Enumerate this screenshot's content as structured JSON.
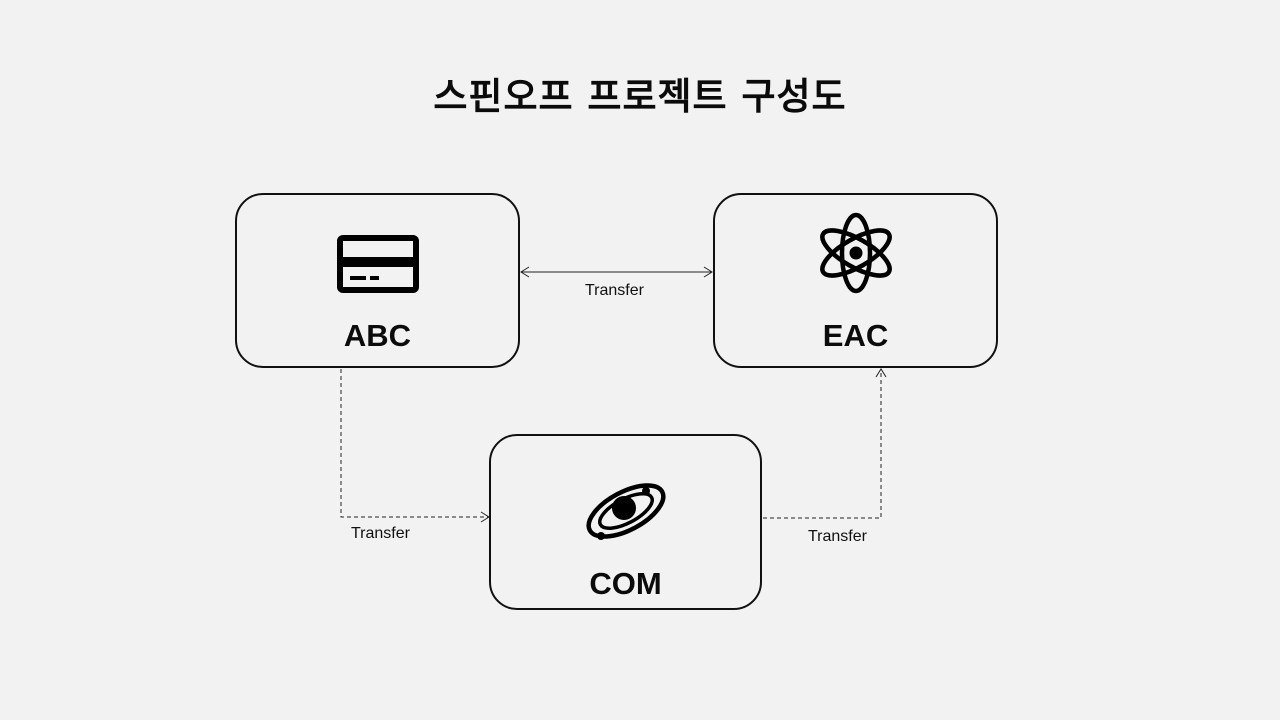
{
  "title": "스핀오프 프로젝트 구성도",
  "nodes": {
    "abc": {
      "label": "ABC",
      "icon": "credit-card-icon"
    },
    "eac": {
      "label": "EAC",
      "icon": "atom-icon"
    },
    "com": {
      "label": "COM",
      "icon": "planet-icon"
    }
  },
  "edges": [
    {
      "from": "ABC",
      "to": "EAC",
      "label": "Transfer",
      "style": "solid",
      "direction": "both"
    },
    {
      "from": "ABC",
      "to": "COM",
      "label": "Transfer",
      "style": "dashed",
      "direction": "forward"
    },
    {
      "from": "COM",
      "to": "EAC",
      "label": "Transfer",
      "style": "dashed",
      "direction": "forward"
    }
  ]
}
